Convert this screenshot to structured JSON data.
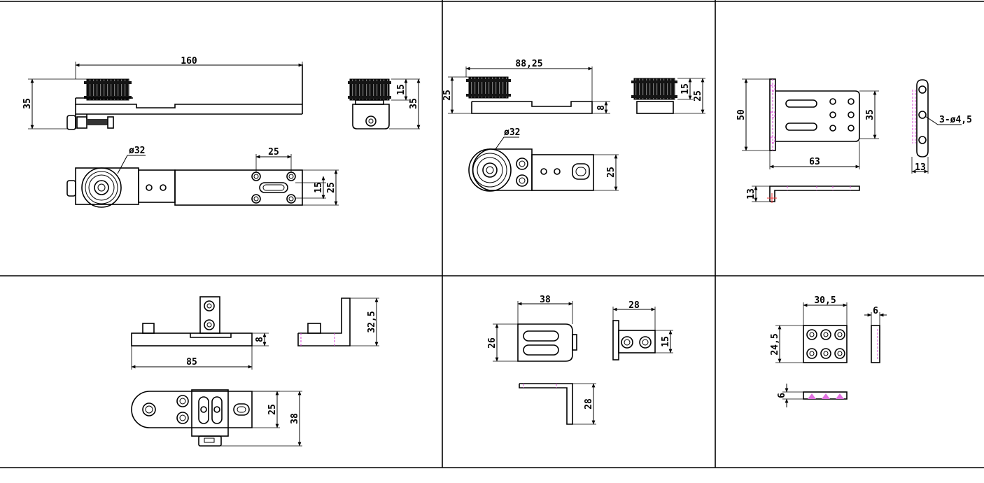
{
  "panel1": {
    "top_length": "160",
    "left_height": "35",
    "pulley_height": "15",
    "side_height": "35",
    "diameter": "ø32",
    "hole_spacing": "25",
    "slot_height": "15",
    "plate_height": "25"
  },
  "panel2": {
    "top_length": "88,25",
    "left_height": "25",
    "plate_thickness": "8",
    "pulley_height": "15",
    "side_height": "25",
    "diameter": "ø32",
    "plate_height": "25"
  },
  "panel3": {
    "height": "50",
    "hole_spacing": "35",
    "length": "63",
    "holes": "3-ø4,5",
    "strip_width": "13",
    "flange_height": "13"
  },
  "panel4": {
    "length": "85",
    "thickness": "8",
    "bracket_height": "32,5",
    "plate_height": "25",
    "total_height": "38"
  },
  "panel5": {
    "width": "38",
    "height": "26",
    "side_width": "28",
    "side_height": "15",
    "bracket_height": "28"
  },
  "panel6": {
    "width": "30,5",
    "height": "24,5",
    "side_thickness": "6",
    "bottom_thickness": "6"
  }
}
